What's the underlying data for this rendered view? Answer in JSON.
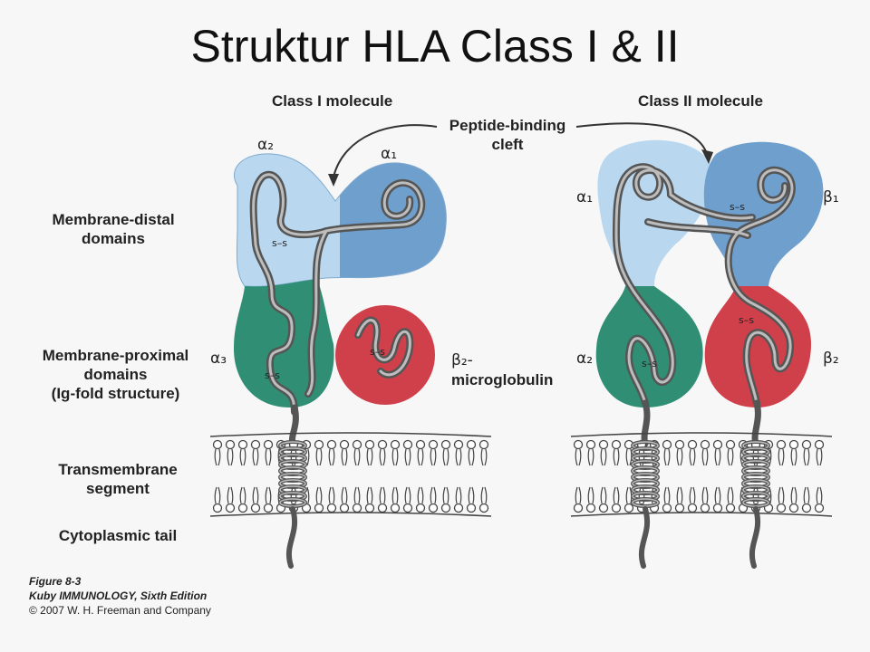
{
  "title": "Struktur HLA Class I & II",
  "headers": {
    "class1": "Class I molecule",
    "class2": "Class II molecule",
    "cleft_line1": "Peptide-binding",
    "cleft_line2": "cleft"
  },
  "left_labels": {
    "distal_line1": "Membrane-distal",
    "distal_line2": "domains",
    "proximal_line1": "Membrane-proximal",
    "proximal_line2": "domains",
    "proximal_line3": "(Ig-fold structure)",
    "tm_line1": "Transmembrane",
    "tm_line2": "segment",
    "cyto": "Cytoplasmic tail"
  },
  "class1_domains": {
    "alpha2": "α₂",
    "alpha1": "α₁",
    "alpha3": "α₃",
    "b2m_line1": "β₂-",
    "b2m_line2": "microglobulin"
  },
  "class2_domains": {
    "alpha1": "α₁",
    "beta1": "β₁",
    "alpha2": "α₂",
    "beta2": "β₂"
  },
  "disulfide": "s–s",
  "caption": {
    "figure": "Figure 8-3",
    "book": "Kuby IMMUNOLOGY, Sixth Edition",
    "copyright": "© 2007 W. H. Freeman and Company"
  },
  "colors": {
    "light_blue": "#b9d8f0",
    "mid_blue": "#6f9fcd",
    "green": "#2f8e74",
    "red": "#d0404a",
    "chain": "#5b5b5b"
  }
}
